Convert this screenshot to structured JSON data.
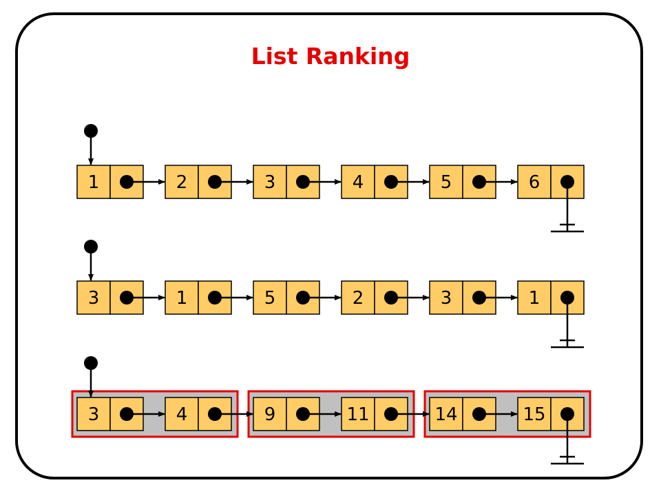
{
  "title": "List Ranking",
  "colors": {
    "title": "#e60000",
    "node_fill": "#ffcc66",
    "group_fill": "#c0c0c0",
    "group_border": "#e60000",
    "ink": "#000000"
  },
  "rows": [
    {
      "values": [
        "1",
        "2",
        "3",
        "4",
        "5",
        "6"
      ],
      "grouped": false
    },
    {
      "values": [
        "3",
        "1",
        "5",
        "2",
        "3",
        "1"
      ],
      "grouped": false
    },
    {
      "values": [
        "3",
        "4",
        "9",
        "11",
        "14",
        "15"
      ],
      "grouped": true
    }
  ]
}
